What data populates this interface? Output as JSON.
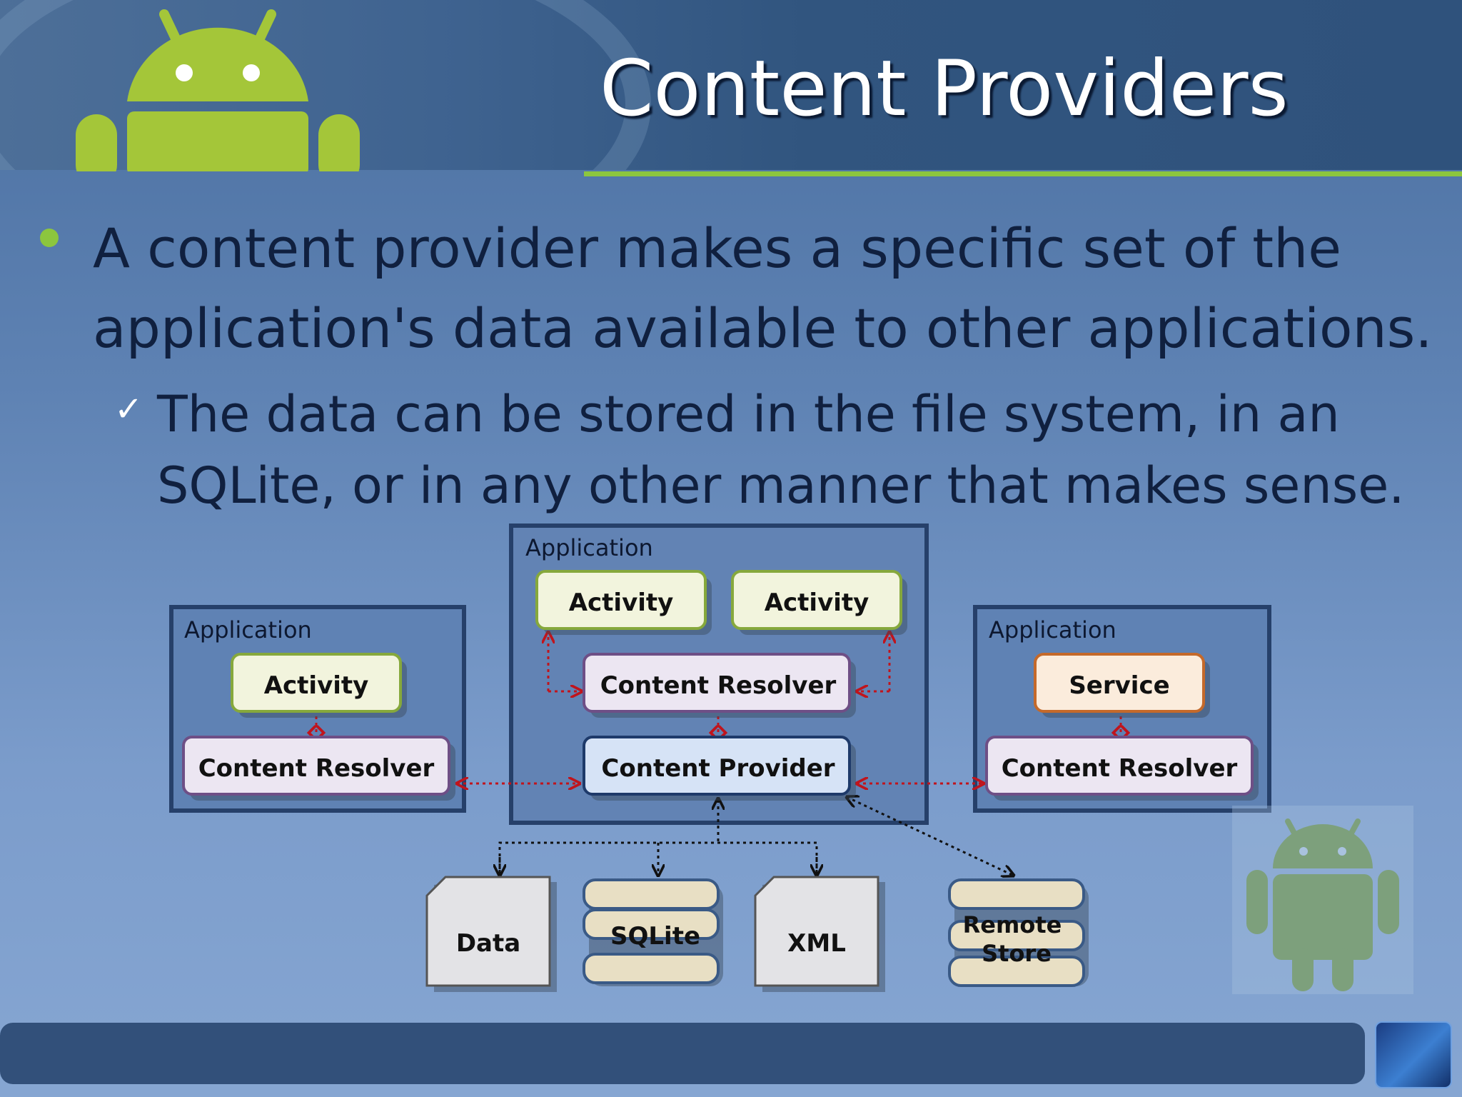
{
  "slide": {
    "title": "Content Providers",
    "bullet_main": "A content provider makes a specific set of the application's data available to other applications.",
    "bullet_sub": "The data can be stored in the file system, in an SQLite, or in any other manner that makes sense.",
    "check_glyph": "✓"
  },
  "diagram": {
    "left_app": {
      "label": "Application",
      "activity": "Activity",
      "resolver": "Content Resolver"
    },
    "center_app": {
      "label": "Application",
      "activity_1": "Activity",
      "activity_2": "Activity",
      "resolver": "Content Resolver",
      "provider": "Content Provider"
    },
    "right_app": {
      "label": "Application",
      "service": "Service",
      "resolver": "Content Resolver"
    },
    "stores": {
      "data": "Data",
      "sqlite": "SQLite",
      "xml": "XML",
      "remote_line1": "Remote",
      "remote_line2": "Store"
    }
  },
  "colors": {
    "activity_fill": "#f2f4dd",
    "activity_border": "#86a83c",
    "resolver_fill": "#ece6f2",
    "resolver_border": "#6e4f86",
    "provider_fill": "#d6e3f6",
    "provider_border": "#1e3a6a",
    "service_fill": "#fbecdc",
    "service_border": "#c4692a",
    "arrow_red": "#c0141c",
    "accent_green": "#8cc63e"
  }
}
